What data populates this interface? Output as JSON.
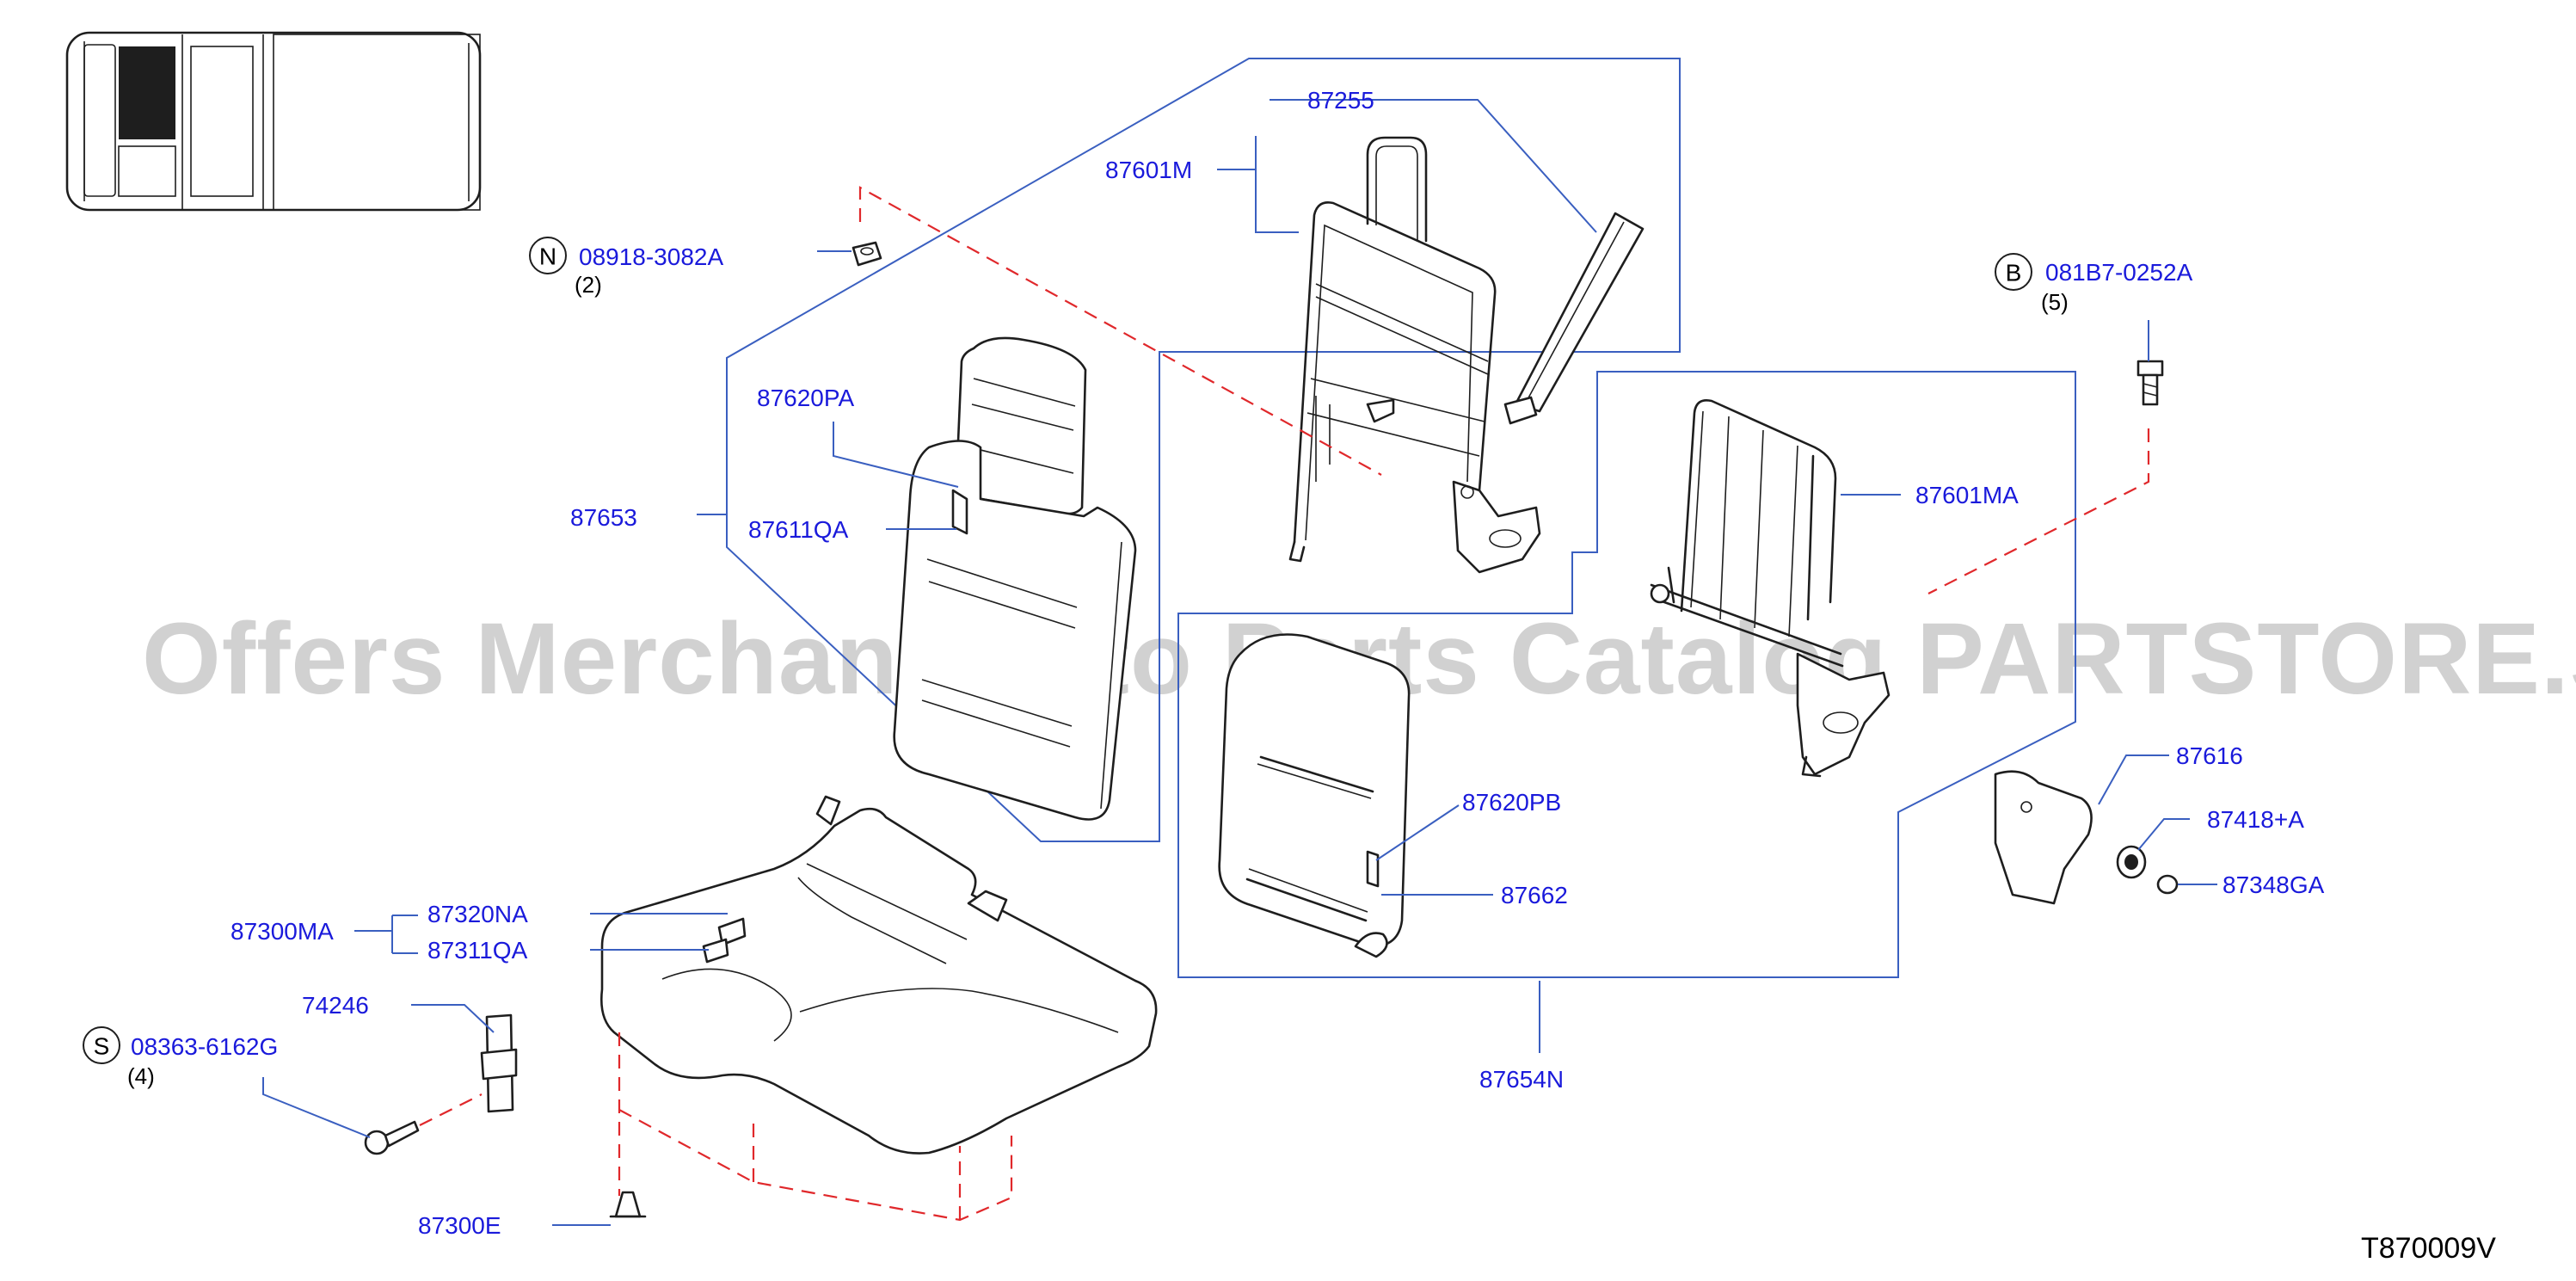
{
  "diagram_code": "T870009V",
  "watermark": "Offers Merchant Auto Parts Catalog PARTSTORE.SA",
  "colors": {
    "label": "#1a1adb",
    "leader": "#3a5fc0",
    "dash": "#e0282b",
    "ink": "#1e1e1e",
    "watermark": "#c9c9c9"
  },
  "parts": {
    "p87255": "87255",
    "p87601M": "87601M",
    "p08918": "08918-3082A",
    "p08918_qty": "(2)",
    "p87620PA": "87620PA",
    "p87653": "87653",
    "p87611QA": "87611QA",
    "p081B7": "081B7-0252A",
    "p081B7_qty": "(5)",
    "p87601MA": "87601MA",
    "p87616": "87616",
    "p87418A": "87418+A",
    "p87348GA": "87348GA",
    "p87620PB": "87620PB",
    "p87662": "87662",
    "p87654N": "87654N",
    "p87300MA": "87300MA",
    "p87320NA": "87320NA",
    "p87311QA": "87311QA",
    "p74246": "74246",
    "p08363": "08363-6162G",
    "p08363_qty": "(4)",
    "p87300E": "87300E"
  },
  "symbols": {
    "nut": "N",
    "bolt": "B",
    "screw": "S"
  },
  "icons": [
    "vehicle-location-icon",
    "nut-icon",
    "bolt-icon",
    "screw-icon"
  ]
}
